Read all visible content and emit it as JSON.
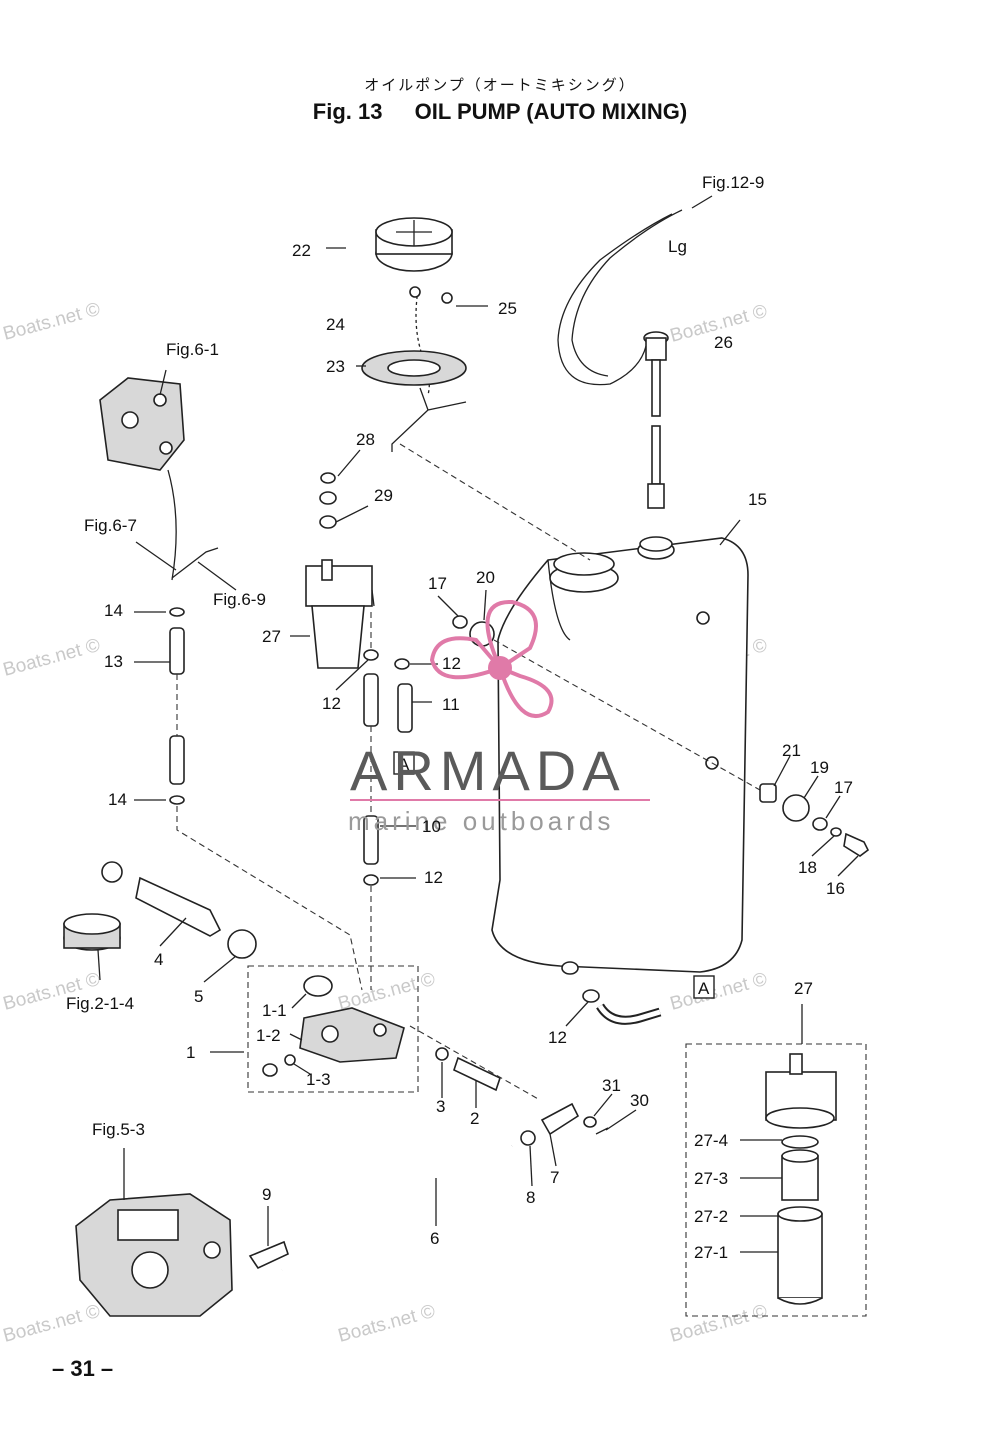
{
  "title": {
    "japanese": "オイルポンプ（オートミキシング）",
    "fig_number": "Fig. 13",
    "name": "OIL PUMP (AUTO MIXING)"
  },
  "page_number": "– 31 –",
  "watermark": "Boats.net ©",
  "logo": {
    "name": "ARMADA",
    "subtitle": "marine outboards",
    "colors": {
      "primary": "#e07aa8",
      "text": "#5a5a5a"
    }
  },
  "references": {
    "fig_12_9": "Fig.12-9",
    "lg": "Lg",
    "fig_6_1": "Fig.6-1",
    "fig_6_7": "Fig.6-7",
    "fig_6_9": "Fig.6-9",
    "fig_2_1_4": "Fig.2-1-4",
    "fig_5_3": "Fig.5-3",
    "box_a": "A"
  },
  "callouts": {
    "p22": "22",
    "p24": "24",
    "p25": "25",
    "p23": "23",
    "p26": "26",
    "p28": "28",
    "p29": "29",
    "p15": "15",
    "p14a": "14",
    "p13": "13",
    "p14b": "14",
    "p27": "27",
    "p17a": "17",
    "p20": "20",
    "p12a": "12",
    "p12b": "12",
    "p11": "11",
    "p10": "10",
    "p12c": "12",
    "p21": "21",
    "p19": "19",
    "p17b": "17",
    "p18": "18",
    "p16": "16",
    "p4": "4",
    "p5": "5",
    "p1": "1",
    "p1_1": "1-1",
    "p1_2": "1-2",
    "p1_3": "1-3",
    "p3": "3",
    "p2": "2",
    "p12d": "12",
    "p31": "31",
    "p30": "30",
    "p7": "7",
    "p8": "8",
    "p6": "6",
    "p9": "9",
    "p27b": "27",
    "p27_4": "27-4",
    "p27_3": "27-3",
    "p27_2": "27-2",
    "p27_1": "27-1"
  }
}
